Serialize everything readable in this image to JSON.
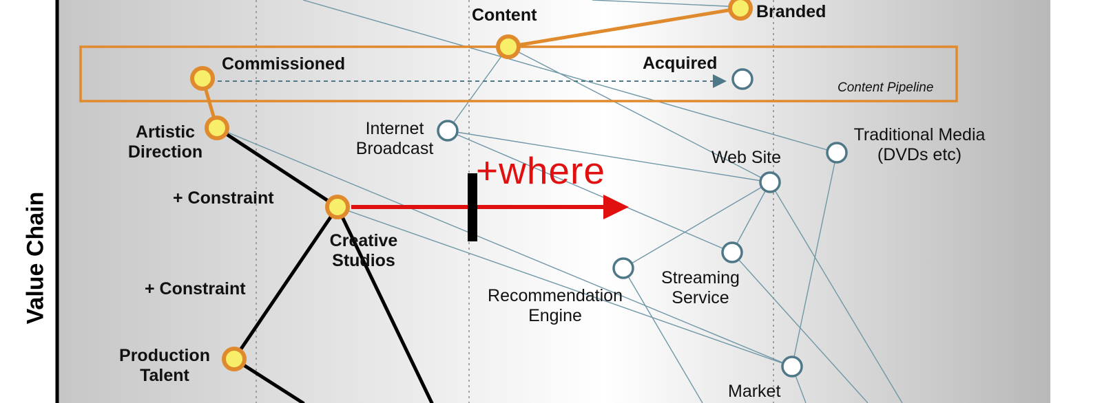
{
  "axis": {
    "y_label": "Value Chain"
  },
  "annotations": {
    "where": "+where",
    "pipeline": "Content Pipeline"
  },
  "components": {
    "content": "Content",
    "branded": "Branded",
    "commissioned": "Commissioned",
    "acquired": "Acquired",
    "artistic_direction": [
      "Artistic",
      "Direction"
    ],
    "internet_broadcast": [
      "Internet",
      "Broadcast"
    ],
    "traditional_media": [
      "Traditional Media",
      "(DVDs etc)"
    ],
    "web_site": "Web Site",
    "creative_studios": [
      "Creative",
      "Studios"
    ],
    "streaming_service": [
      "Streaming",
      "Service"
    ],
    "recommendation_engine": [
      "Recommendation",
      "Engine"
    ],
    "production_talent": [
      "Production",
      "Talent"
    ],
    "market": "Market"
  },
  "constraints": [
    "+ Constraint",
    "+ Constraint"
  ],
  "colors": {
    "evolution_node": "#e08a2e",
    "node_fill": "#f7ef6a",
    "open_node": "#4e7788",
    "thin_link": "#6f97a6",
    "critical_path": "#000000",
    "movement_arrow": "#e01010",
    "pipeline_box": "#e08a2e"
  }
}
